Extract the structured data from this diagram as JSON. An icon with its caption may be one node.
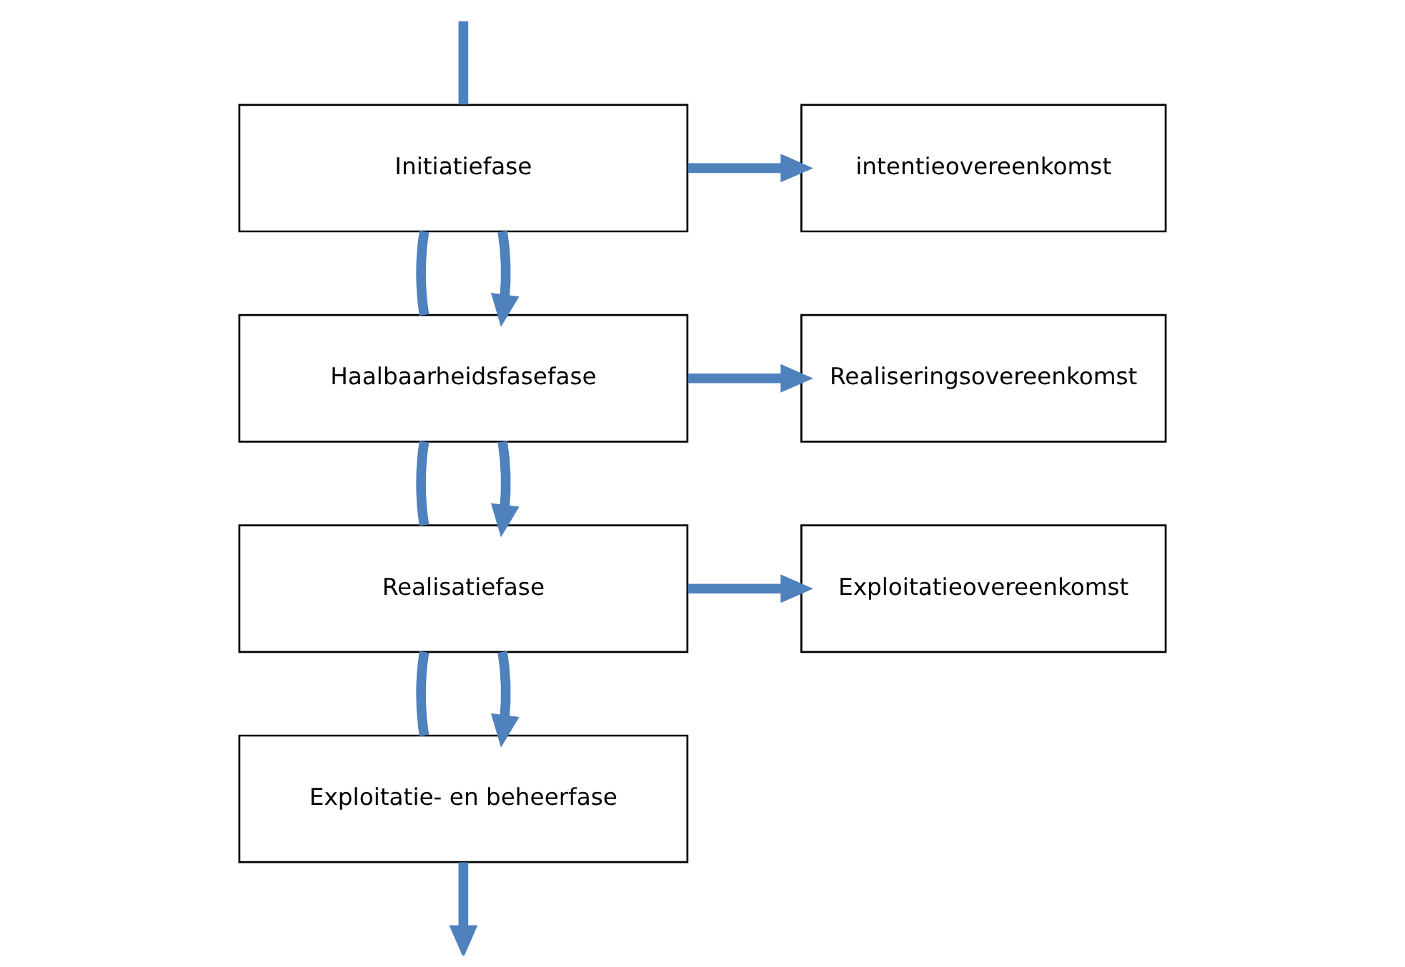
{
  "diagram": {
    "nodes": [
      {
        "text": [
          "Initiatiefase"
        ]
      },
      {
        "text": [
          "Haalbaarheidsfasefase"
        ]
      },
      {
        "text": [
          "Realisatiefase"
        ]
      },
      {
        "text": [
          "Exploitatie- en beheerfase"
        ]
      },
      {
        "text": [
          "intentieovereenkomst"
        ]
      },
      {
        "text": [
          "Realiseringsovereenkomst"
        ]
      },
      {
        "text": [
          "Exploitatieovereenkomst"
        ]
      }
    ],
    "edges": [
      {
        "from": null,
        "to": 0,
        "arrow": "none"
      },
      {
        "from": 0,
        "to": 1,
        "arrow": "none"
      },
      {
        "from": 1,
        "to": 2,
        "arrow": "none"
      },
      {
        "from": 2,
        "to": 3,
        "arrow": "none"
      },
      {
        "from": 3,
        "to": null,
        "arrow": "to"
      },
      {
        "from": 0,
        "to": 1,
        "arrow": "to"
      },
      {
        "from": 0,
        "to": 4,
        "arrow": "to"
      },
      {
        "from": 1,
        "to": 2,
        "arrow": "to"
      },
      {
        "from": 1,
        "to": 5,
        "arrow": "to"
      },
      {
        "from": 2,
        "to": 3,
        "arrow": "to"
      },
      {
        "from": 2,
        "to": 6,
        "arrow": "to"
      }
    ]
  }
}
